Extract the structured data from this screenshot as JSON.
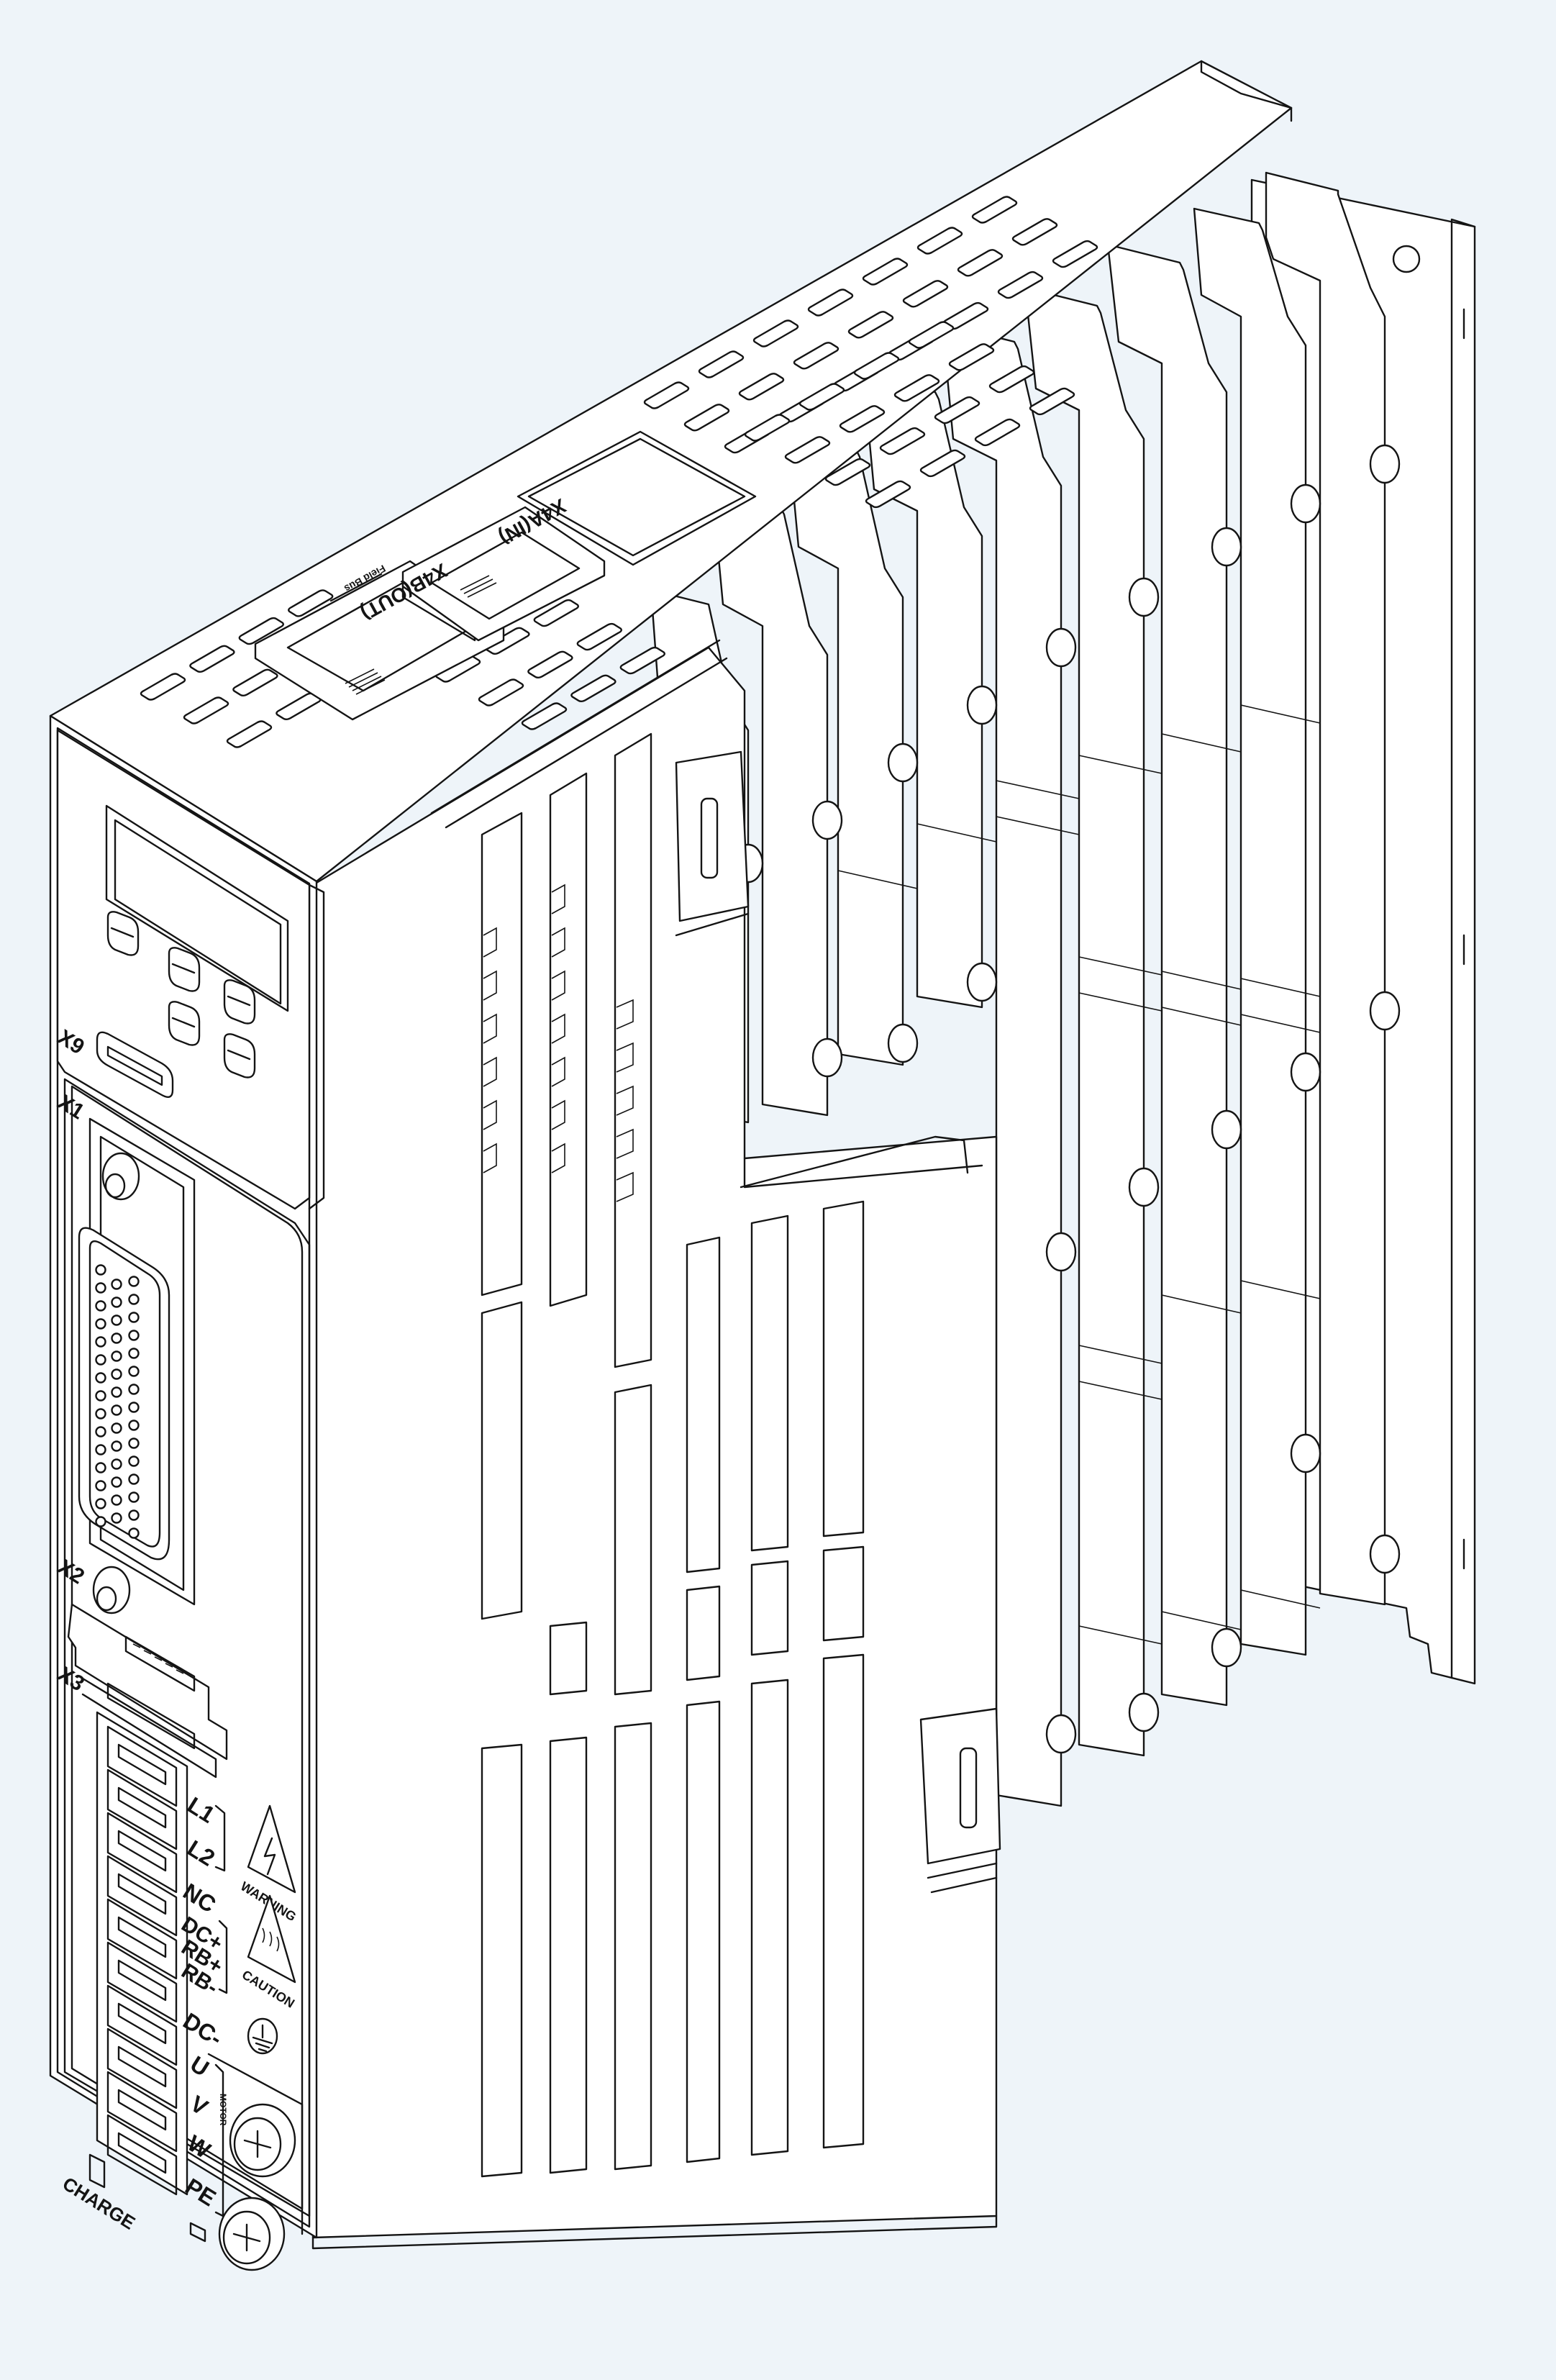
{
  "ports": {
    "x9": "X9",
    "x1": "X1",
    "x2": "X2",
    "x3": "X3",
    "x4a": "X4A(IN)",
    "x4b": "X4B(OUT)",
    "fieldbus": "Field Bus"
  },
  "terminals": {
    "l1": "L1",
    "l2": "L2",
    "nc": "NC",
    "dcp": "DC+",
    "rbp": "RB+",
    "rbm": "RB-",
    "dcm": "DC-",
    "u": "U",
    "v": "V",
    "w": "W",
    "pe": "PE",
    "motor": "MOTOR"
  },
  "badges": {
    "warning": "WARNING",
    "caution": "CAUTION"
  },
  "indicators": {
    "charge": "CHARGE"
  },
  "colors": {
    "background": "#eef4f9",
    "line": "#141414",
    "fill": "#ffffff"
  }
}
